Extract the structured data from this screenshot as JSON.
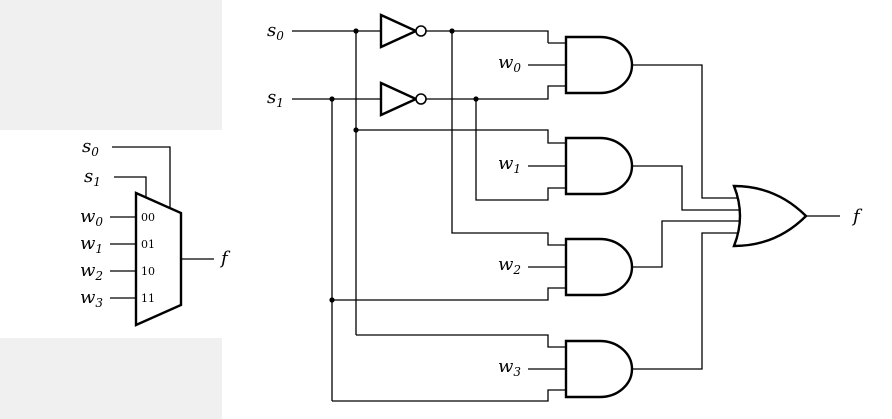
{
  "mux_symbol": {
    "selects": [
      {
        "var": "s",
        "sub": "0"
      },
      {
        "var": "s",
        "sub": "1"
      }
    ],
    "inputs": [
      {
        "var": "w",
        "sub": "0",
        "code": "00"
      },
      {
        "var": "w",
        "sub": "1",
        "code": "01"
      },
      {
        "var": "w",
        "sub": "2",
        "code": "10"
      },
      {
        "var": "w",
        "sub": "3",
        "code": "11"
      }
    ],
    "output": "f"
  },
  "circuit": {
    "selects": [
      {
        "var": "s",
        "sub": "0"
      },
      {
        "var": "s",
        "sub": "1"
      }
    ],
    "data_inputs": [
      {
        "var": "w",
        "sub": "0"
      },
      {
        "var": "w",
        "sub": "1"
      },
      {
        "var": "w",
        "sub": "2"
      },
      {
        "var": "w",
        "sub": "3"
      }
    ],
    "output": "f"
  }
}
